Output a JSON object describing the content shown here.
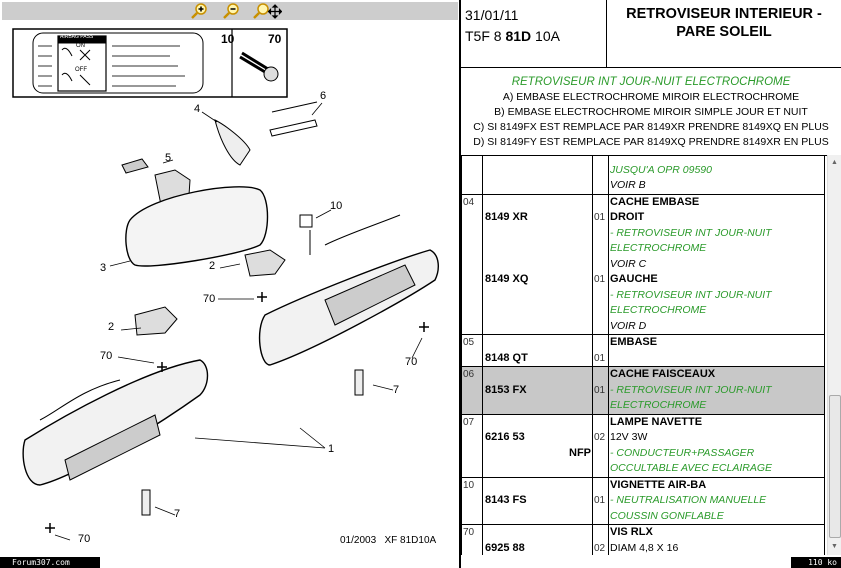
{
  "toolbar": {
    "zoom_in": "zoom-in-icon",
    "zoom_out": "zoom-out-icon",
    "pan": "zoom-pan-icon"
  },
  "diagram": {
    "callouts": [
      "10",
      "70",
      "6",
      "4",
      "5",
      "10",
      "3",
      "2",
      "70",
      "2",
      "70",
      "70",
      "7",
      "1",
      "7",
      "70"
    ],
    "label_text": {
      "title": "AIRBAG PASS",
      "on": "ON",
      "off": "OFF"
    },
    "drawing_code": "01/2003   XF 81D10A"
  },
  "footer": {
    "site": "Forum307.com",
    "size": "110 ko"
  },
  "header": {
    "date": "31/01/11",
    "code_prefix": "T5F 8 ",
    "code_bold": "81D",
    "code_suffix": " 10A",
    "title": "RETROVISEUR INTERIEUR - PARE SOLEIL"
  },
  "notes": {
    "title": "RETROVISEUR INT JOUR-NUIT ELECTROCHROME",
    "lines": [
      "A) EMBASE ELECTROCHROME MIROIR ELECTROCHROME",
      "B) EMBASE ELECTROCHROME MIROIR SIMPLE JOUR ET NUIT",
      "C) SI 8149FX EST REMPLACE PAR 8149XR PRENDRE 8149XQ EN PLUS",
      "D) SI 8149FY EST REMPLACE PAR 8149XQ PRENDRE 8149XR EN PLUS"
    ]
  },
  "rows": [
    {
      "item": "",
      "ref": "",
      "qty": "",
      "lines": [
        "",
        "JUSQU'A OPR 09590",
        "VOIR B"
      ]
    },
    {
      "item": "04",
      "ref1": "8149 XR",
      "ref2": "8149 XQ",
      "qty": "01",
      "lines": [
        "CACHE EMBASE",
        "DROIT",
        "- RETROVISEUR INT JOUR-NUIT",
        "ELECTROCHROME",
        "VOIR C",
        "GAUCHE",
        "- RETROVISEUR INT JOUR-NUIT",
        "ELECTROCHROME",
        "VOIR D"
      ]
    },
    {
      "item": "05",
      "ref": "8148 QT",
      "qty": "01",
      "lines": [
        "EMBASE"
      ]
    },
    {
      "item": "06",
      "ref": "8153 FX",
      "qty": "01",
      "lines": [
        "CACHE FAISCEAUX",
        "- RETROVISEUR INT JOUR-NUIT",
        "ELECTROCHROME"
      ]
    },
    {
      "item": "07",
      "ref": "6216 53",
      "tag": "NFP",
      "qty": "02",
      "lines": [
        "LAMPE NAVETTE",
        "12V 3W",
        "- CONDUCTEUR+PASSAGER",
        "OCCULTABLE AVEC ECLAIRAGE"
      ]
    },
    {
      "item": "10",
      "ref": "8143 FS",
      "qty": "01",
      "lines": [
        "VIGNETTE AIR-BA",
        "- NEUTRALISATION MANUELLE",
        "COUSSIN GONFLABLE"
      ]
    },
    {
      "item": "70",
      "ref": "6925 88",
      "qty": "02",
      "lines": [
        "VIS RLX",
        "DIAM 4,8 X 16"
      ]
    }
  ]
}
